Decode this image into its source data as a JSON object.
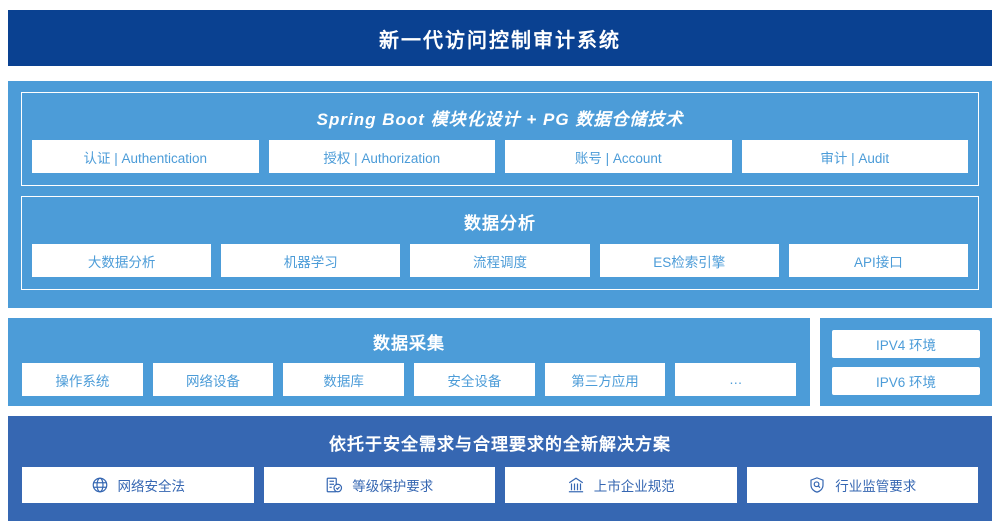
{
  "header": {
    "title": "新一代访问控制审计系统",
    "bg_color": "#0a4191"
  },
  "colors": {
    "light_blue": "#4c9cd8",
    "medium_blue": "#3667b2",
    "navy": "#0a4191",
    "white": "#ffffff"
  },
  "platform": {
    "panels": [
      {
        "title": "Spring Boot 模块化设计 + PG 数据仓储技术",
        "items": [
          {
            "label": "认证 | Authentication"
          },
          {
            "label": "授权 | Authorization"
          },
          {
            "label": "账号 | Account"
          },
          {
            "label": "审计 | Audit"
          }
        ]
      },
      {
        "title": "数据分析",
        "items": [
          {
            "label": "大数据分析"
          },
          {
            "label": "机器学习"
          },
          {
            "label": "流程调度"
          },
          {
            "label": "ES检索引擎"
          },
          {
            "label": "API接口"
          }
        ]
      }
    ]
  },
  "collection": {
    "title": "数据采集",
    "items": [
      {
        "label": "操作系统"
      },
      {
        "label": "网络设备"
      },
      {
        "label": "数据库"
      },
      {
        "label": "安全设备"
      },
      {
        "label": "第三方应用"
      },
      {
        "label": "…"
      }
    ],
    "environments": [
      {
        "label": "IPV4 环境"
      },
      {
        "label": "IPV6 环境"
      }
    ]
  },
  "footer": {
    "title": "依托于安全需求与合理要求的全新解决方案",
    "items": [
      {
        "label": "网络安全法",
        "icon": "globe-icon"
      },
      {
        "label": "等级保护要求",
        "icon": "document-check-icon"
      },
      {
        "label": "上市企业规范",
        "icon": "bank-icon"
      },
      {
        "label": "行业监管要求",
        "icon": "shield-search-icon"
      }
    ]
  }
}
